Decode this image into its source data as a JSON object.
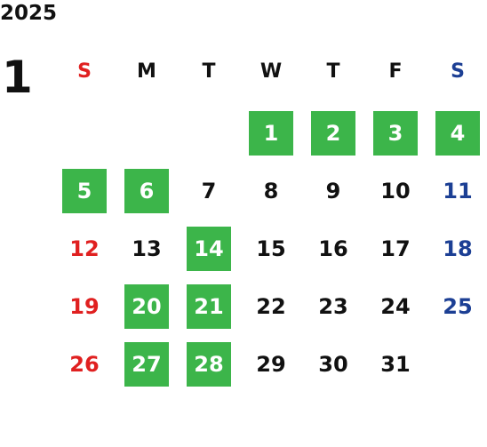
{
  "year": "2025",
  "month": "1",
  "colors": {
    "highlight": "#3cb54a",
    "sunday": "#e02020",
    "saturday": "#1c3f94",
    "weekday": "#111111"
  },
  "weekdays": [
    {
      "label": "S",
      "color": "#e02020"
    },
    {
      "label": "M",
      "color": "#111111"
    },
    {
      "label": "T",
      "color": "#111111"
    },
    {
      "label": "W",
      "color": "#111111"
    },
    {
      "label": "T",
      "color": "#111111"
    },
    {
      "label": "F",
      "color": "#111111"
    },
    {
      "label": "S",
      "color": "#1c3f94"
    }
  ],
  "first_weekday": 3,
  "days": [
    {
      "label": "1",
      "highlighted": true
    },
    {
      "label": "2",
      "highlighted": true
    },
    {
      "label": "3",
      "highlighted": true
    },
    {
      "label": "4",
      "highlighted": true
    },
    {
      "label": "5",
      "highlighted": true
    },
    {
      "label": "6",
      "highlighted": true
    },
    {
      "label": "7",
      "highlighted": false
    },
    {
      "label": "8",
      "highlighted": false
    },
    {
      "label": "9",
      "highlighted": false
    },
    {
      "label": "10",
      "highlighted": false
    },
    {
      "label": "11",
      "highlighted": false
    },
    {
      "label": "12",
      "highlighted": false
    },
    {
      "label": "13",
      "highlighted": false
    },
    {
      "label": "14",
      "highlighted": true
    },
    {
      "label": "15",
      "highlighted": false
    },
    {
      "label": "16",
      "highlighted": false
    },
    {
      "label": "17",
      "highlighted": false
    },
    {
      "label": "18",
      "highlighted": false
    },
    {
      "label": "19",
      "highlighted": false
    },
    {
      "label": "20",
      "highlighted": true
    },
    {
      "label": "21",
      "highlighted": true
    },
    {
      "label": "22",
      "highlighted": false
    },
    {
      "label": "23",
      "highlighted": false
    },
    {
      "label": "24",
      "highlighted": false
    },
    {
      "label": "25",
      "highlighted": false
    },
    {
      "label": "26",
      "highlighted": false
    },
    {
      "label": "27",
      "highlighted": true
    },
    {
      "label": "28",
      "highlighted": true
    },
    {
      "label": "29",
      "highlighted": false
    },
    {
      "label": "30",
      "highlighted": false
    },
    {
      "label": "31",
      "highlighted": false
    }
  ]
}
